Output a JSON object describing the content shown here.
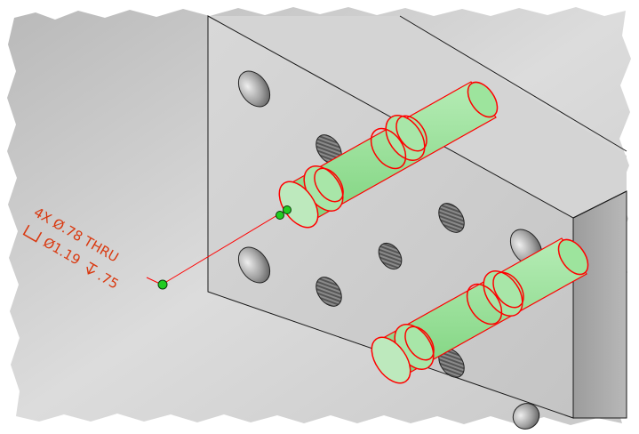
{
  "annotation": {
    "line1": "4X Ø.78 THRU",
    "line2": "Ø1.19",
    "line3": ".75"
  },
  "colors": {
    "background": "#d6d6d6",
    "plate_face": "#cfcfcf",
    "plate_side": "#a9a9a9",
    "plate_top": "#dedede",
    "edge": "#1a1a1a",
    "highlight_stroke": "#ff0000",
    "highlight_fill": "#8fe08f",
    "annotation_text": "#d9380f",
    "leader_point": "#22cc22"
  },
  "icons": {
    "counterbore": "counterbore-symbol-icon",
    "depth": "depth-symbol-icon"
  }
}
